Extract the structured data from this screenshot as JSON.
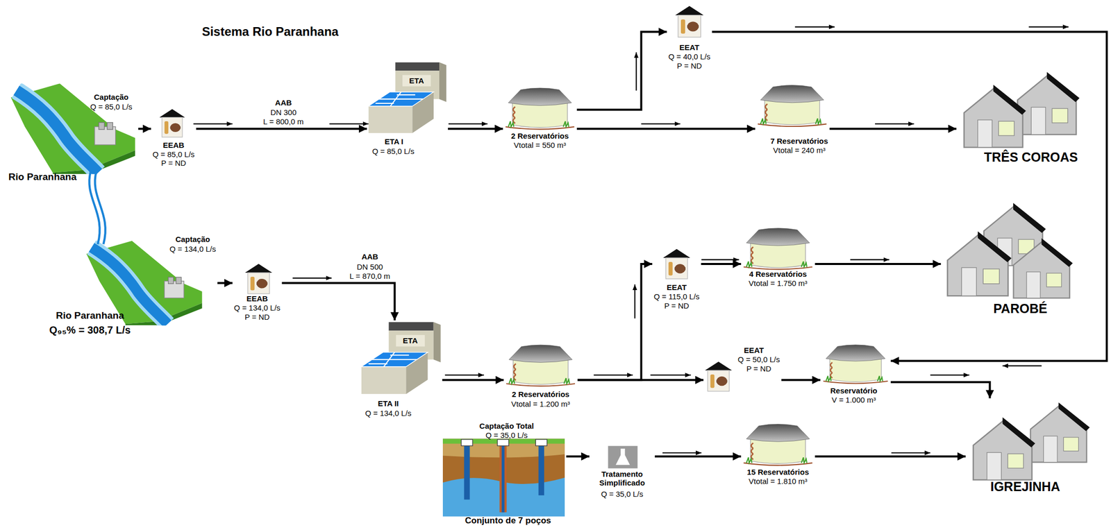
{
  "diagram": {
    "title": "Sistema Rio Paranhana",
    "nodes": [
      {
        "text": [
          "Captação",
          "Q = 85,0 L/s"
        ]
      },
      {
        "text": [
          "EEAB",
          "Q = 85,0 L/s",
          "P = ND"
        ]
      },
      {
        "text": [
          "ETA",
          "ETA I",
          "Q = 85,0 L/s"
        ]
      },
      {
        "text": [
          "2 Reservatórios",
          "Vtotal = 550 m³"
        ]
      },
      {
        "text": [
          "EEAT",
          "Q = 40,0 L/s",
          "P = ND"
        ]
      },
      {
        "text": [
          "7 Reservatórios",
          "Vtotal = 240 m³"
        ]
      },
      {
        "text": [
          "TRÊS COROAS"
        ]
      },
      {
        "text": [
          "Captação",
          "Q = 134,0 L/s"
        ]
      },
      {
        "text": [
          "EEAB",
          "Q = 134,0 L/s",
          "P = ND"
        ]
      },
      {
        "text": [
          "ETA",
          "ETA II",
          "Q = 134,0 L/s"
        ]
      },
      {
        "text": [
          "2 Reservatórios",
          "Vtotal = 1.200 m³"
        ]
      },
      {
        "text": [
          "EEAT",
          "Q = 115,0 L/s",
          "P = ND"
        ]
      },
      {
        "text": [
          "4 Reservatórios",
          "Vtotal = 1.750 m³"
        ]
      },
      {
        "text": [
          "PAROBÉ"
        ]
      },
      {
        "text": [
          "EEAT",
          "Q = 50,0 L/s",
          "P = ND"
        ]
      },
      {
        "text": [
          "Reservatório",
          "V = 1.000 m³"
        ]
      },
      {
        "text": [
          "IGREJINHA"
        ]
      },
      {
        "text": [
          "Captação Total",
          "Q = 35,0 L/s",
          "Conjunto de 7 poços"
        ]
      },
      {
        "text": [
          "Tratamento Simplificado",
          "Q = 35,0 L/s"
        ]
      },
      {
        "text": [
          "15 Reservatórios",
          "Vtotal = 1.810 m³"
        ]
      }
    ],
    "edges": [
      {
        "from": 0,
        "to": 1,
        "arrow": "to"
      },
      {
        "from": 1,
        "to": 2,
        "arrow": "to"
      },
      {
        "from": 2,
        "to": 3,
        "arrow": "to"
      },
      {
        "from": 3,
        "to": 4,
        "arrow": "to"
      },
      {
        "from": 3,
        "to": 5,
        "arrow": "to"
      },
      {
        "from": 5,
        "to": 6,
        "arrow": "to"
      },
      {
        "from": 4,
        "to": 15,
        "arrow": "to"
      },
      {
        "from": 7,
        "to": 8,
        "arrow": "to"
      },
      {
        "from": 8,
        "to": 9,
        "arrow": "to"
      },
      {
        "from": 9,
        "to": 10,
        "arrow": "to"
      },
      {
        "from": 10,
        "to": 11,
        "arrow": "to"
      },
      {
        "from": 11,
        "to": 12,
        "arrow": "to"
      },
      {
        "from": 12,
        "to": 13,
        "arrow": "to"
      },
      {
        "from": 10,
        "to": 14,
        "arrow": "to"
      },
      {
        "from": 14,
        "to": 15,
        "arrow": "to"
      },
      {
        "from": 15,
        "to": 16,
        "arrow": "to"
      },
      {
        "from": 17,
        "to": 18,
        "arrow": "to"
      },
      {
        "from": 18,
        "to": 19,
        "arrow": "to"
      },
      {
        "from": 19,
        "to": 16,
        "arrow": "to"
      }
    ],
    "labels": [
      "Rio Paranhana",
      "Rio Paranhana",
      "Q₉₅% = 308,7 L/s",
      "AAB",
      "DN 300",
      "L = 800,0 m",
      "AAB",
      "DN 500",
      "L = 870,0 m"
    ]
  }
}
